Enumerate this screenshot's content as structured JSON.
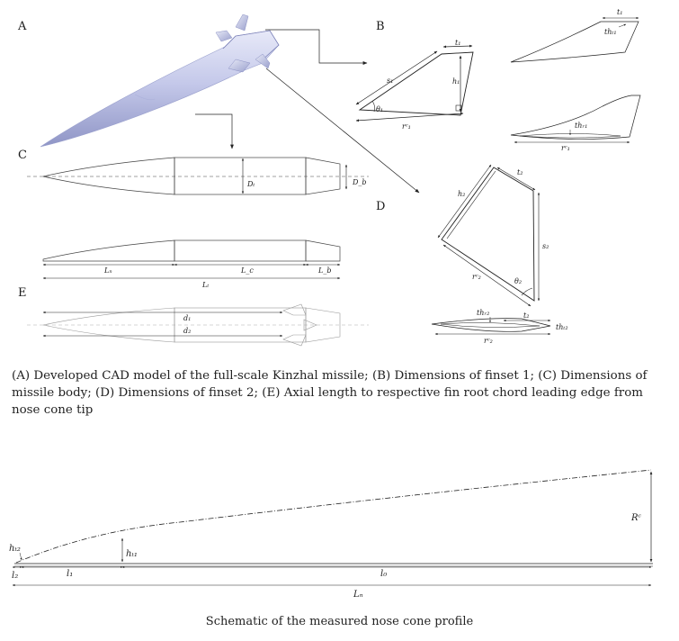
{
  "panels": {
    "a": "A",
    "b": "B",
    "c": "C",
    "d": "D",
    "e": "E"
  },
  "finset1": {
    "s1": "s₁",
    "h1": "h₁",
    "t1": "t₁",
    "theta1": "θ₁",
    "rc1": "rᶜ₁",
    "th_t1": "thₜ₁",
    "th_r1": "thᵣ₁"
  },
  "body": {
    "dt": "Dₜ",
    "db": "D_b",
    "ln": "Lₙ",
    "lc": "L_c",
    "lb": "L_b",
    "lt": "Lₜ"
  },
  "finset2": {
    "h2": "h₂",
    "t2": "t₂",
    "s2": "s₂",
    "rc2": "rᶜ₂",
    "theta2": "θ₂",
    "th_r2": "thᵣ₂",
    "th_t2": "thₜ₂"
  },
  "axial": {
    "d1": "d₁",
    "d2": "d₂"
  },
  "caption": "(A) Developed CAD model of the full-scale Kinzhal missile; (B) Dimensions of finset 1; (C) Dimensions of missile body; (D) Dimensions of finset 2; (E) Axial length to respective fin root chord leading edge from nose cone tip",
  "nose_profile": {
    "rc": "Rᶜ",
    "h_t2": "hₜ₂",
    "h_t1": "hₜ₁",
    "l2": "l₂",
    "l1": "l₁",
    "l0": "l₀",
    "ln": "Lₙ",
    "caption": "Schematic of the measured nose cone profile"
  }
}
